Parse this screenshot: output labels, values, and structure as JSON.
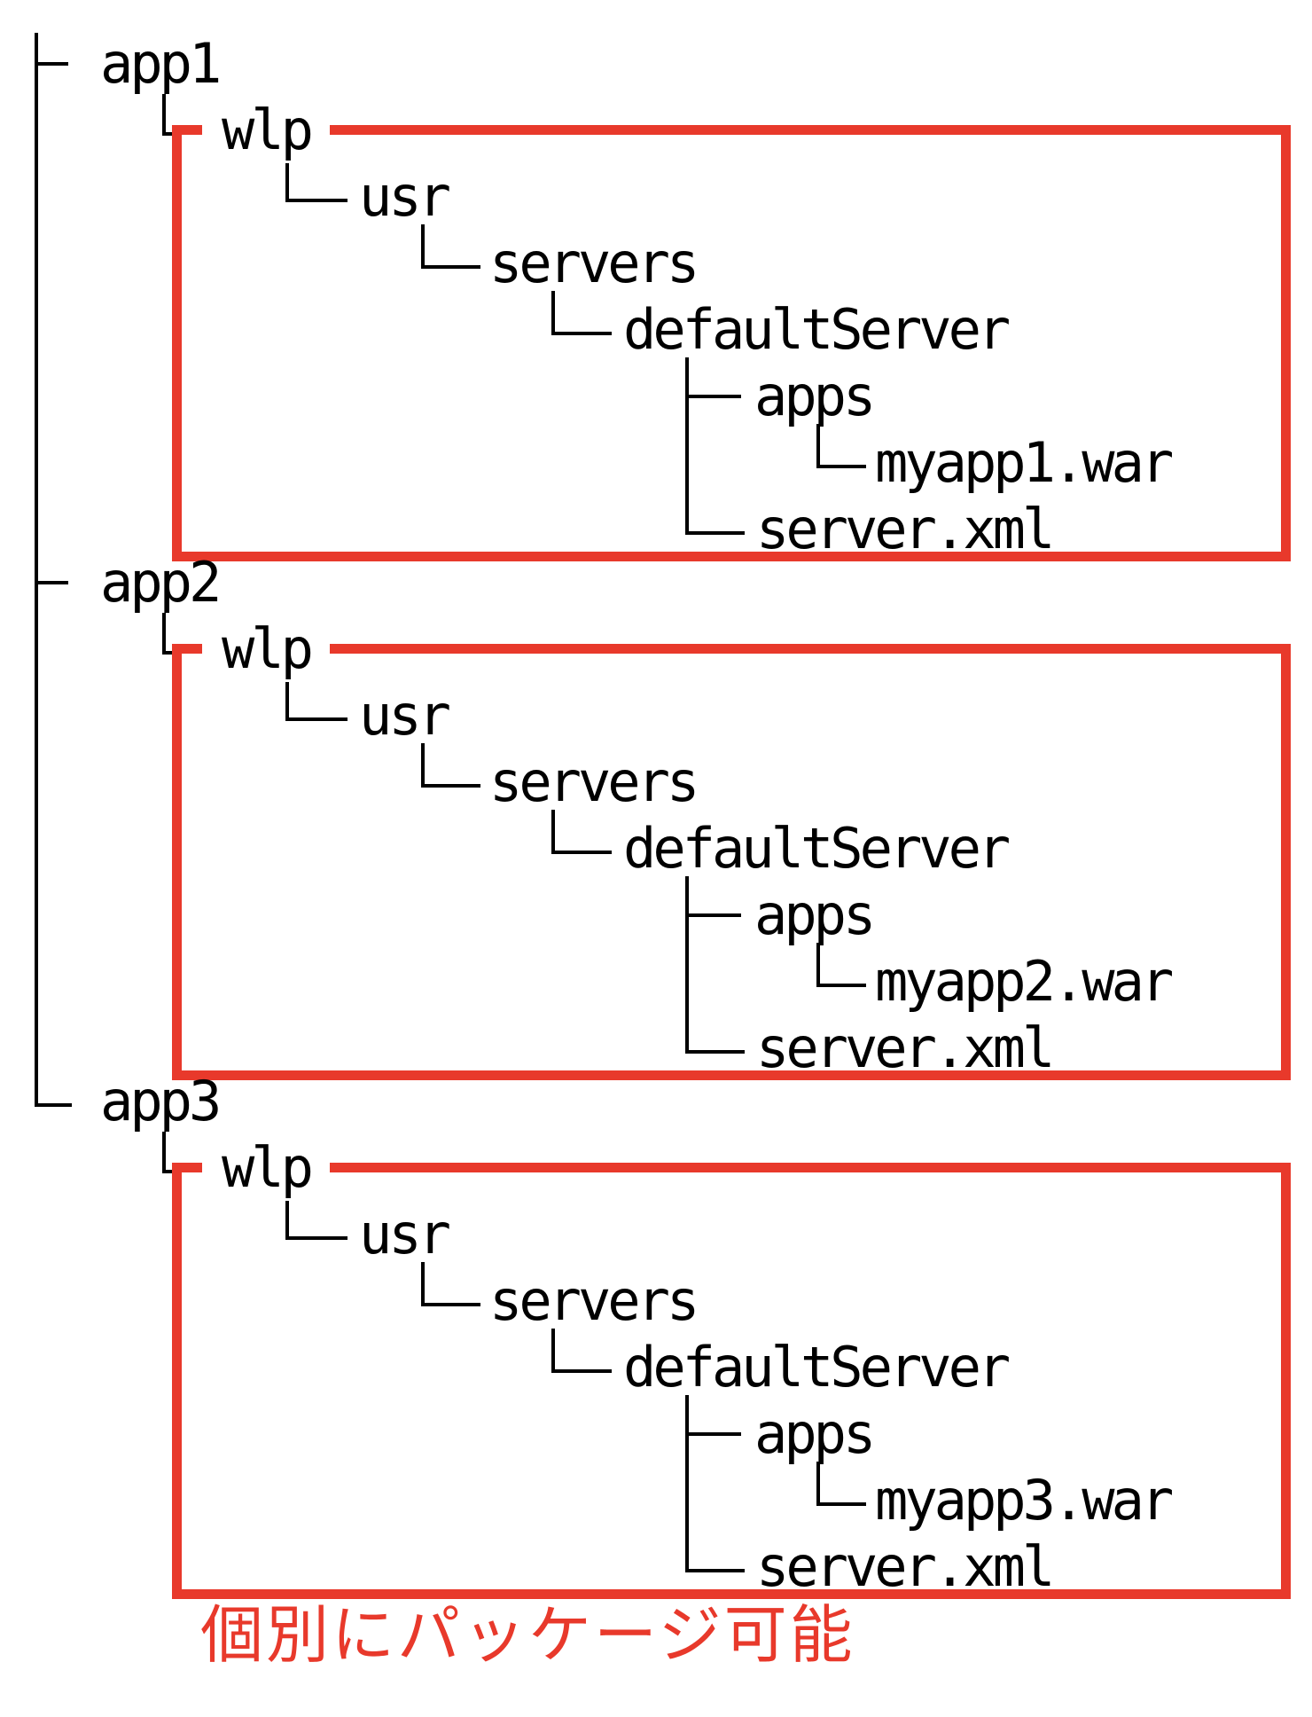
{
  "colors": {
    "highlight_red": "#e8392b",
    "line_black": "#000000"
  },
  "annotation": {
    "label": "個別にパッケージ可能"
  },
  "sections": [
    {
      "app": "app1",
      "wlp": "wlp",
      "usr": "usr",
      "servers": "servers",
      "default_server": "defaultServer",
      "apps": "apps",
      "war": "myapp1.war",
      "server_xml": "server.xml"
    },
    {
      "app": "app2",
      "wlp": "wlp",
      "usr": "usr",
      "servers": "servers",
      "default_server": "defaultServer",
      "apps": "apps",
      "war": "myapp2.war",
      "server_xml": "server.xml"
    },
    {
      "app": "app3",
      "wlp": "wlp",
      "usr": "usr",
      "servers": "servers",
      "default_server": "defaultServer",
      "apps": "apps",
      "war": "myapp3.war",
      "server_xml": "server.xml"
    }
  ]
}
